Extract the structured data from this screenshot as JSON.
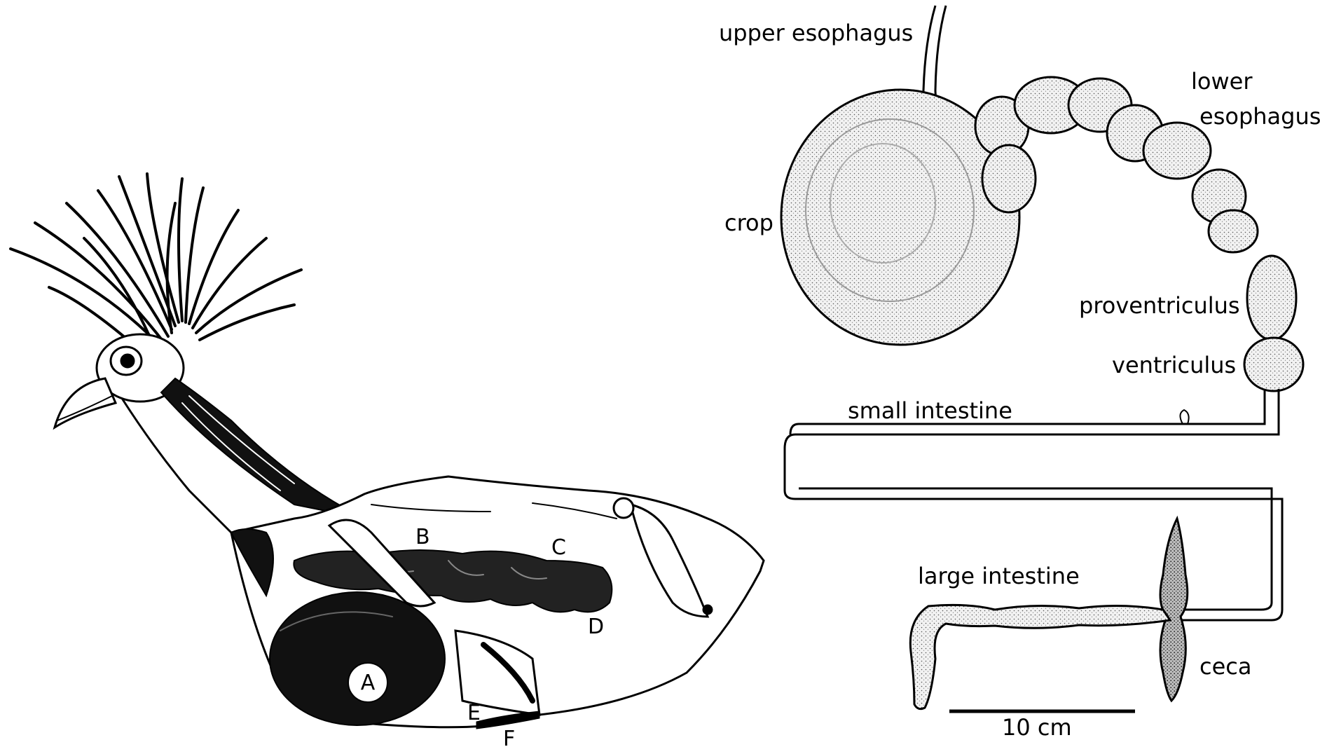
{
  "colors": {
    "ink": "#000000",
    "paper": "#ffffff",
    "stipple": "#e6e6e6"
  },
  "bird": {
    "markers": [
      "A",
      "B",
      "C",
      "D",
      "E",
      "F"
    ]
  },
  "tract": {
    "labels": {
      "upper_esophagus": "upper esophagus",
      "lower": "lower",
      "esophagus": "esophagus",
      "crop": "crop",
      "proventriculus": "proventriculus",
      "ventriculus": "ventriculus",
      "small_intestine": "small intestine",
      "large_intestine": "large intestine",
      "ceca": "ceca"
    },
    "scale_bar": {
      "label": "10 cm"
    }
  }
}
